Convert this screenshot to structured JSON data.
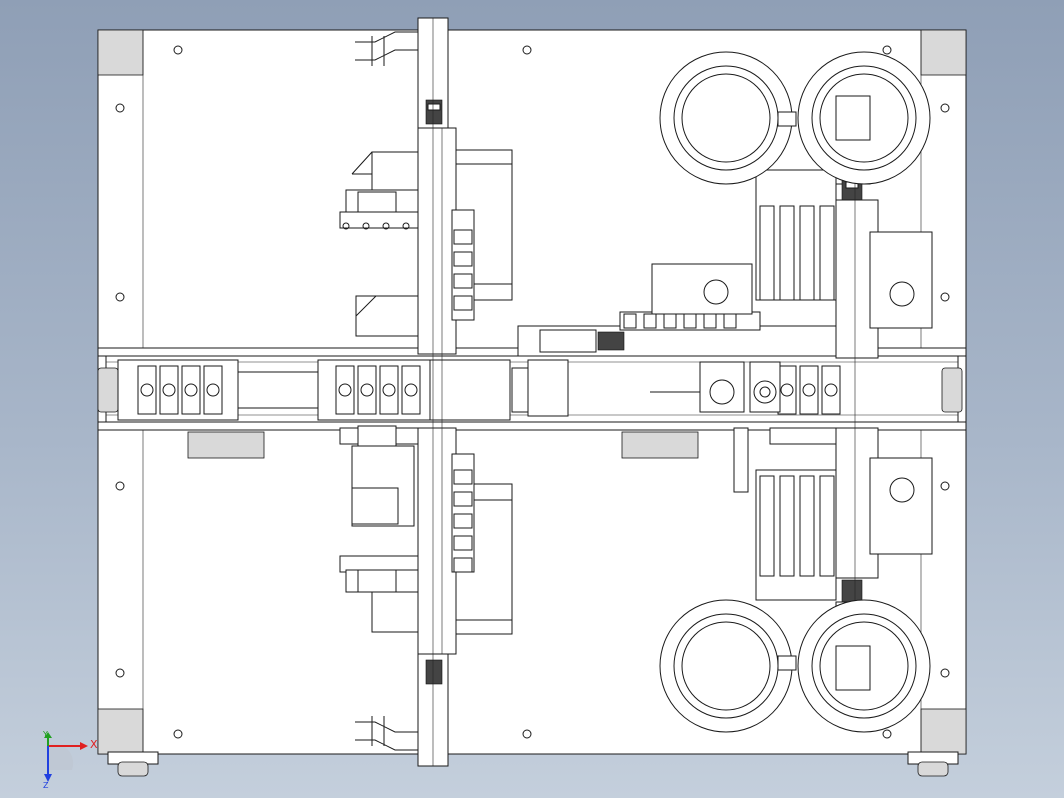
{
  "triad": {
    "x_label": "X",
    "y_label": "Y",
    "z_label": "Z",
    "x_color": "#e02020",
    "y_color": "#20a020",
    "z_color": "#2040e0"
  },
  "colors": {
    "background_top": "#8f9fb6",
    "background_bottom": "#c4cfdc",
    "line": "#1a1a1a",
    "fill": "#ffffff"
  }
}
